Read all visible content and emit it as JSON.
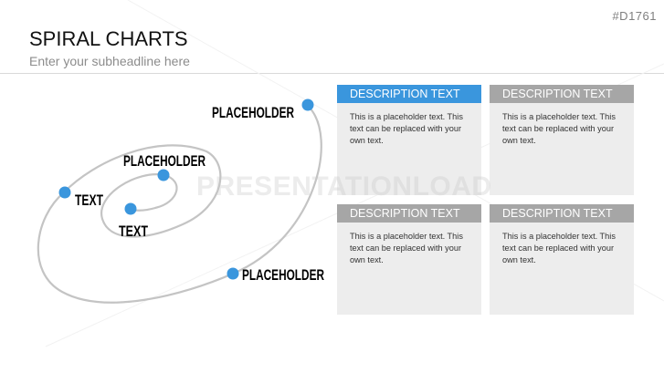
{
  "slide": {
    "code": "#D1761",
    "title": "SPIRAL CHARTS",
    "subheadline": "Enter your subheadline here",
    "watermark": "PRESENTATIONLOAD"
  },
  "spiral": {
    "line_color": "#c4c4c4",
    "point_color": "#3a96dd",
    "labels": [
      "PLACEHOLDER",
      "PLACEHOLDER",
      "TEXT",
      "TEXT",
      "PLACEHOLDER"
    ]
  },
  "cards": [
    {
      "header": "DESCRIPTION TEXT",
      "body": "This is a placeholder text. This text can be replaced with your own text.",
      "color": "#3a96dd"
    },
    {
      "header": "DESCRIPTION TEXT",
      "body": "This is a placeholder text. This text can be replaced with your own text.",
      "color": "#a6a6a6"
    },
    {
      "header": "DESCRIPTION TEXT",
      "body": "This is a placeholder text. This text can be replaced with your own text.",
      "color": "#a6a6a6"
    },
    {
      "header": "DESCRIPTION TEXT",
      "body": "This is a placeholder text. This text can be replaced with your own text.",
      "color": "#a6a6a6"
    }
  ]
}
